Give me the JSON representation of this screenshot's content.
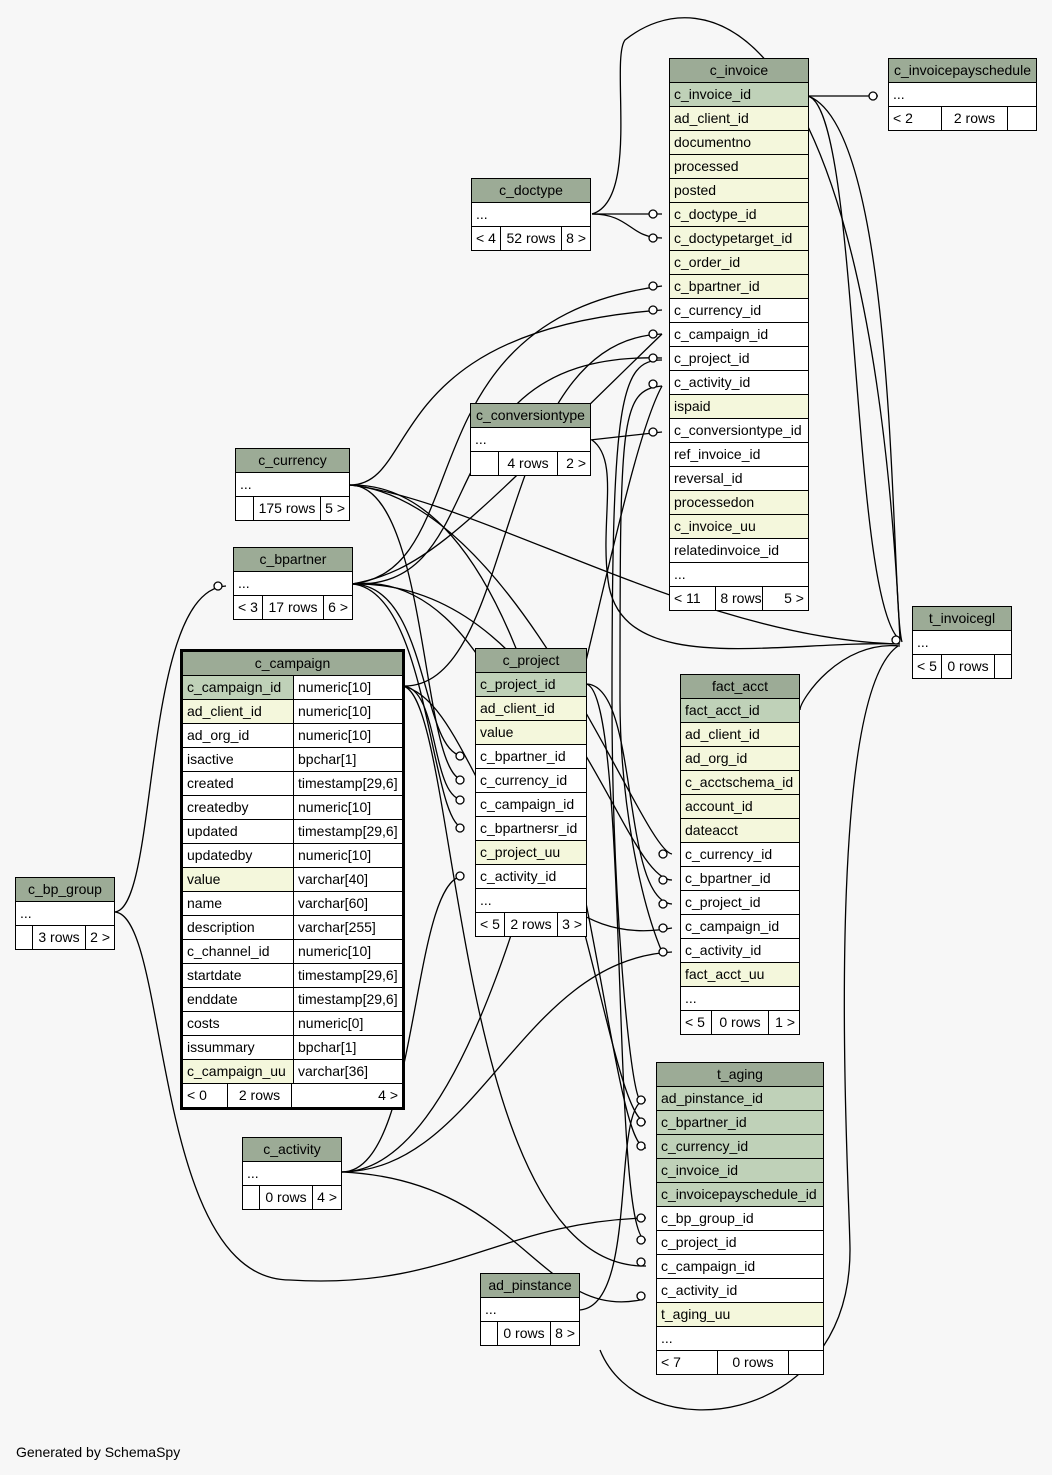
{
  "tables": {
    "c_invoice": {
      "name": "c_invoice",
      "columns": [
        "c_invoice_id",
        "ad_client_id",
        "documentno",
        "processed",
        "posted",
        "c_doctype_id",
        "c_doctypetarget_id",
        "c_order_id",
        "c_bpartner_id",
        "c_currency_id",
        "c_campaign_id",
        "c_project_id",
        "c_activity_id",
        "ispaid",
        "c_conversiontype_id",
        "ref_invoice_id",
        "reversal_id",
        "processedon",
        "c_invoice_uu",
        "relatedinvoice_id",
        "..."
      ],
      "footer": [
        "< 11",
        "8 rows",
        "5 >"
      ]
    },
    "c_invoicepayschedule": {
      "name": "c_invoicepayschedule",
      "ellipsis": "...",
      "footer": [
        "< 2",
        "2 rows",
        ""
      ]
    },
    "c_doctype": {
      "name": "c_doctype",
      "ellipsis": "...",
      "footer": [
        "< 4",
        "52 rows",
        "8 >"
      ]
    },
    "c_conversiontype": {
      "name": "c_conversiontype",
      "ellipsis": "...",
      "footer": [
        "",
        "4 rows",
        "2 >"
      ]
    },
    "c_currency": {
      "name": "c_currency",
      "ellipsis": "...",
      "footer": [
        "",
        "175 rows",
        "5 >"
      ]
    },
    "c_bpartner": {
      "name": "c_bpartner",
      "ellipsis": "...",
      "footer": [
        "< 3",
        "17 rows",
        "6 >"
      ]
    },
    "t_invoicegl": {
      "name": "t_invoicegl",
      "ellipsis": "...",
      "footer": [
        "< 5",
        "0 rows",
        ""
      ]
    },
    "c_campaign": {
      "name": "c_campaign",
      "columns": [
        [
          "c_campaign_id",
          "numeric[10]"
        ],
        [
          "ad_client_id",
          "numeric[10]"
        ],
        [
          "ad_org_id",
          "numeric[10]"
        ],
        [
          "isactive",
          "bpchar[1]"
        ],
        [
          "created",
          "timestamp[29,6]"
        ],
        [
          "createdby",
          "numeric[10]"
        ],
        [
          "updated",
          "timestamp[29,6]"
        ],
        [
          "updatedby",
          "numeric[10]"
        ],
        [
          "value",
          "varchar[40]"
        ],
        [
          "name",
          "varchar[60]"
        ],
        [
          "description",
          "varchar[255]"
        ],
        [
          "c_channel_id",
          "numeric[10]"
        ],
        [
          "startdate",
          "timestamp[29,6]"
        ],
        [
          "enddate",
          "timestamp[29,6]"
        ],
        [
          "costs",
          "numeric[0]"
        ],
        [
          "issummary",
          "bpchar[1]"
        ],
        [
          "c_campaign_uu",
          "varchar[36]"
        ]
      ],
      "footer": [
        "< 0",
        "2 rows",
        "4 >"
      ]
    },
    "c_project": {
      "name": "c_project",
      "columns": [
        "c_project_id",
        "ad_client_id",
        "value",
        "c_bpartner_id",
        "c_currency_id",
        "c_campaign_id",
        "c_bpartnersr_id",
        "c_project_uu",
        "c_activity_id",
        "..."
      ],
      "footer": [
        "< 5",
        "2 rows",
        "3 >"
      ]
    },
    "fact_acct": {
      "name": "fact_acct",
      "columns": [
        "fact_acct_id",
        "ad_client_id",
        "ad_org_id",
        "c_acctschema_id",
        "account_id",
        "dateacct",
        "c_currency_id",
        "c_bpartner_id",
        "c_project_id",
        "c_campaign_id",
        "c_activity_id",
        "fact_acct_uu",
        "..."
      ],
      "footer": [
        "< 5",
        "0 rows",
        "1 >"
      ]
    },
    "c_bp_group": {
      "name": "c_bp_group",
      "ellipsis": "...",
      "footer": [
        "",
        "3 rows",
        "2 >"
      ]
    },
    "c_activity": {
      "name": "c_activity",
      "ellipsis": "...",
      "footer": [
        "",
        "0 rows",
        "4 >"
      ]
    },
    "t_aging": {
      "name": "t_aging",
      "columns": [
        "ad_pinstance_id",
        "c_bpartner_id",
        "c_currency_id",
        "c_invoice_id",
        "c_invoicepayschedule_id",
        "c_bp_group_id",
        "c_project_id",
        "c_campaign_id",
        "c_activity_id",
        "t_aging_uu",
        "..."
      ],
      "footer": [
        "< 7",
        "0 rows",
        ""
      ]
    },
    "ad_pinstance": {
      "name": "ad_pinstance",
      "ellipsis": "...",
      "footer": [
        "",
        "0 rows",
        "8 >"
      ]
    }
  },
  "styles": {
    "header_color": "#9cab96",
    "primary_key_color": "#bfd1b8",
    "indexed_color": "#f4f7dc",
    "column_color": "#ffffff",
    "background": "#f7f7f7"
  },
  "footer_note": "Generated by SchemaSpy"
}
